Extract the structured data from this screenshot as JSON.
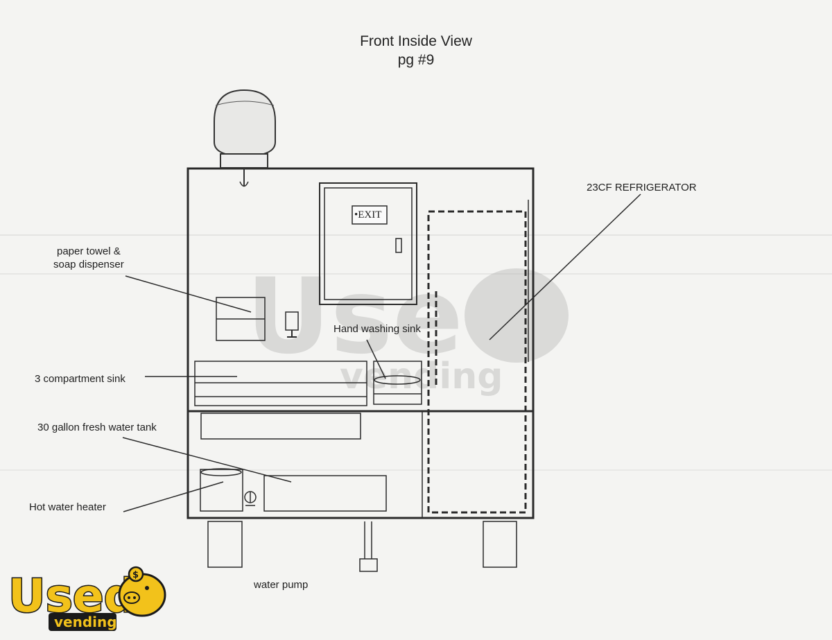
{
  "page": {
    "title": "Front Inside View",
    "page_number": "pg #9"
  },
  "labels": {
    "refrigerator": "23CF REFRIGERATOR",
    "paper_towel_line1": "paper towel &",
    "paper_towel_line2": "soap dispenser",
    "hand_washing_sink": "Hand washing sink",
    "three_compartment_sink": "3 compartment sink",
    "fresh_water_tank": "30 gallon fresh water tank",
    "hot_water_heater": "Hot water heater",
    "water_pump": "water pump",
    "exit_sign": "EXIT"
  },
  "logo": {
    "word": "Used",
    "subword": "vending",
    "colors": {
      "fill": "#f2c21b",
      "outline": "#1a1a1a",
      "text_outline": "#ffffff"
    }
  },
  "colors": {
    "line": "#2a2a2a",
    "paper": "#f4f4f2",
    "watermark": "#b9b9b9"
  }
}
